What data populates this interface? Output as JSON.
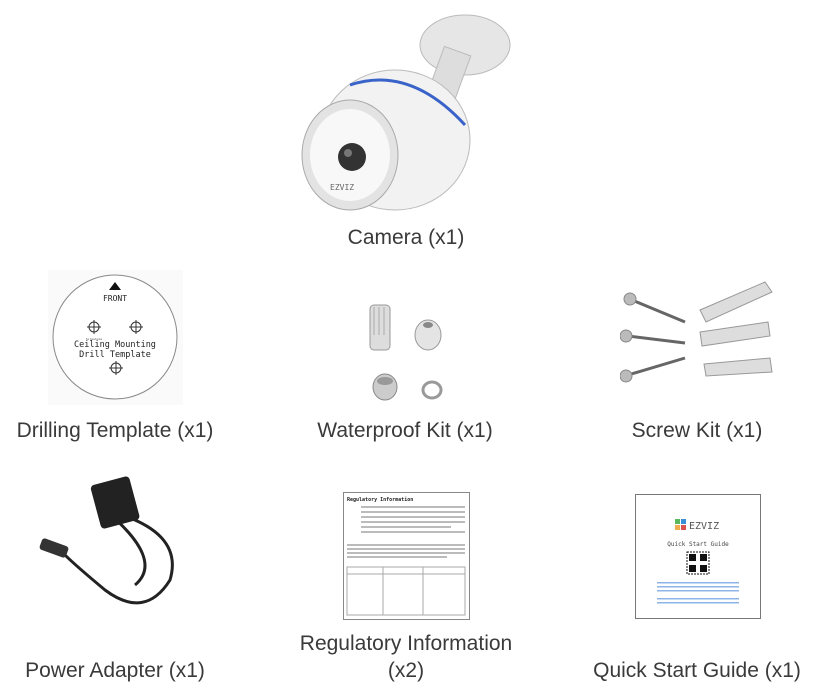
{
  "items": {
    "camera": {
      "label": "Camera (x1)",
      "brand": "EZVIZ"
    },
    "drilling_template": {
      "label": "Drilling Template (x1)",
      "front_text": "FRONT",
      "line1": "Ceiling Mounting",
      "line2": "Drill Template",
      "screw_hole_text": "Screwhole"
    },
    "waterproof_kit": {
      "label": "Waterproof Kit (x1)"
    },
    "screw_kit": {
      "label": "Screw Kit (x1)"
    },
    "power_adapter": {
      "label": "Power Adapter (x1)"
    },
    "regulatory_info": {
      "label_line1": "Regulatory Information",
      "label_line2": "(x2)",
      "doc_title": "Regulatory Information"
    },
    "quick_start_guide": {
      "label": "Quick Start Guide (x1)",
      "brand": "EZVIZ",
      "doc_title": "Quick Start Guide"
    }
  },
  "colors": {
    "accent_blue": "#3a63c9",
    "text": "#3a3a3a"
  }
}
